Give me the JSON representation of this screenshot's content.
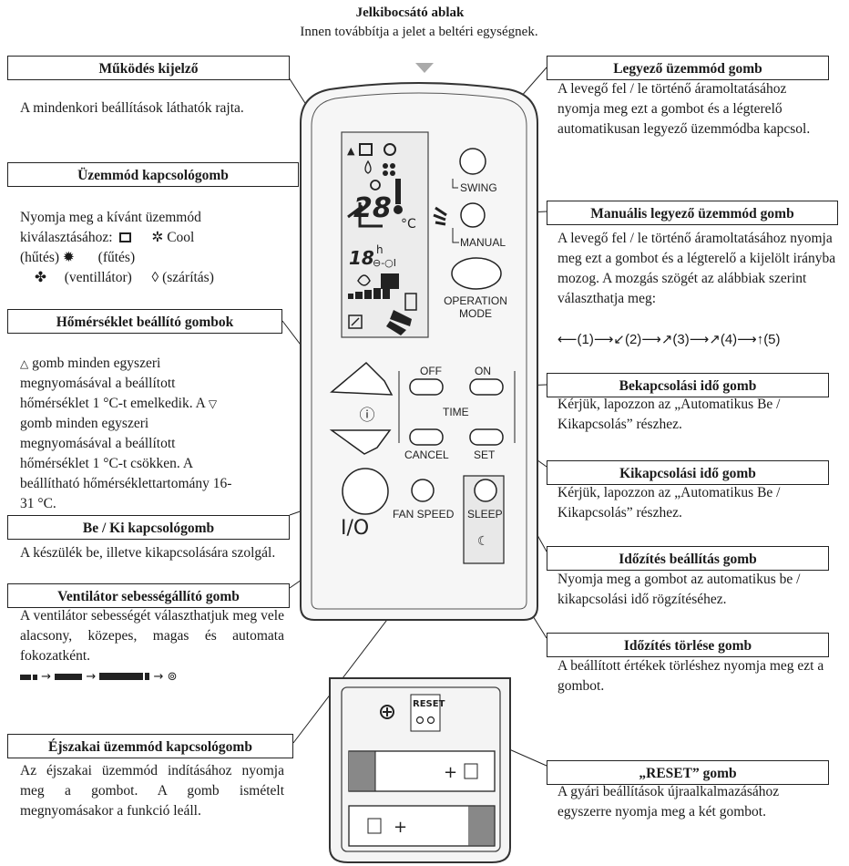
{
  "header": {
    "title": "Jelkibocsátó ablak",
    "subtitle": "Innen továbbítja a jelet a beltéri egységnek."
  },
  "left": {
    "display": {
      "title": "Működés kijelző",
      "text": "A mindenkori beállítások láthatók rajta."
    },
    "mode": {
      "title": "Üzemmód kapcsológomb",
      "line1": "Nyomja meg a kívánt üzemmód",
      "line2a": "kiválasztásához:",
      "line2b": "Cool",
      "line3a": "(hűtés)",
      "line3b": "(fűtés)",
      "line4a": "(ventillátor)",
      "line4b": "(szárítás)"
    },
    "temp": {
      "title": "Hőmérséklet beállító gombok",
      "line1a": "A",
      "line1b": "gomb minden egyszeri",
      "line2": "megnyomásával a beállított",
      "line3": "hőmérséklet 1 °C-t emelkedik. A",
      "line4": "gomb minden egyszeri",
      "line5": "megnyomásával a beállított",
      "line6": "hőmérséklet 1 °C-t csökken. A",
      "line7": "beállítható hőmérséklettartomány 16-",
      "line8": "31 °C."
    },
    "power": {
      "title": "Be / Ki kapcsológomb",
      "text": "A készülék be, illetve kikapcsolására szolgál."
    },
    "fan": {
      "title": "Ventilátor sebességállító gomb",
      "text": "A ventilátor sebességét választhatjuk meg vele alacsony, közepes, magas és automata fokozatként."
    },
    "sleep": {
      "title": "Éjszakai üzemmód kapcsológomb",
      "text": "Az éjszakai üzemmód indításához nyomja meg a gombot. A gomb ismételt megnyomásakor a funkció leáll."
    }
  },
  "right": {
    "swing": {
      "title": "Legyező üzemmód gomb",
      "text": "A levegő fel / le történő áramoltatásához nyomja meg ezt a gombot és a légterelő automatikusan legyező üzemmódba kapcsol."
    },
    "manual": {
      "title": "Manuális legyező üzemmód gomb",
      "text": "A levegő fel / le történő áramoltatásához nyomja meg ezt a gombot és a légterelő a kijelölt irányba mozog. A mozgás szögét az alábbiak szerint választhatja meg:",
      "seq": [
        "(1)",
        "(2)",
        "(3)",
        "(4)",
        "(5)"
      ]
    },
    "on_timer": {
      "title": "Bekapcsolási idő gomb",
      "text": "Kérjük, lapozzon az „Automatikus Be / Kikapcsolás” részhez."
    },
    "off_timer": {
      "title": "Kikapcsolási idő gomb",
      "text": "Kérjük, lapozzon az „Automatikus Be / Kikapcsolás” részhez."
    },
    "set": {
      "title": "Időzítés beállítás gomb",
      "text": "Nyomja meg a gombot az automatikus be / kikapcsolási idő rögzítéséhez."
    },
    "cancel": {
      "title": "Időzítés törlése gomb",
      "text": "A beállított értékek törléshez nyomja meg ezt a gombot."
    },
    "reset": {
      "title": "„RESET” gomb",
      "text": "A gyári beállítások újraalkalmazásához egyszerre nyomja meg a két gombot."
    }
  },
  "remote": {
    "swing": "SWING",
    "manual": "MANUAL",
    "operation": "OPERATION",
    "mode": "MODE",
    "off": "OFF",
    "on": "ON",
    "time": "TIME",
    "cancel": "CANCEL",
    "set": "SET",
    "power": "I/O",
    "fan_speed": "FAN SPEED",
    "sleep": "SLEEP",
    "reset": "RESET",
    "display_temp": "28",
    "display_unit": "°C",
    "display_timer": "18",
    "display_h": "h"
  }
}
